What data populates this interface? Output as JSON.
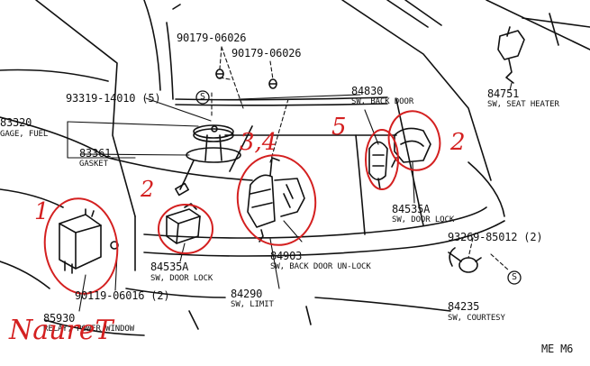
{
  "labels": {
    "p90179a": "90179-06026",
    "p90179b": "90179-06026",
    "p84751": "84751",
    "d84751": "SW, SEAT HEATER",
    "p93319": "93319-14010 (5)",
    "p83320": "83320",
    "d83320": "GAGE, FUEL",
    "p83361": "83361",
    "d83361": "GASKET",
    "p84830": "84830",
    "d84830": "SW, BACK DOOR",
    "p84535a_r": "84535A",
    "d84535a_r": "SW, DOOR LOCK",
    "p84535a_l": "84535A",
    "d84535a_l": "SW, DOOR LOCK",
    "p84903": "84903",
    "d84903": "SW, BACK DOOR UN-LOCK",
    "p93269": "93269-85012 (2)",
    "p90119": "90119-06016 (2)",
    "p84290": "84290",
    "d84290": "SW, LIMIT",
    "p84235": "84235",
    "d84235": "SW, COURTESY",
    "p85930": "85930",
    "d85930": "RELAY, POWER WINDOW",
    "code": "ME M6"
  },
  "annotations": {
    "n1": "1",
    "n2_left": "2",
    "n34": "3,4",
    "n5": "5",
    "n2_right": "2",
    "signature": "NaureT"
  },
  "symbols": {
    "s1": "S",
    "s2": "S"
  },
  "colors": {
    "annotation": "#d42020",
    "line": "#111111"
  }
}
